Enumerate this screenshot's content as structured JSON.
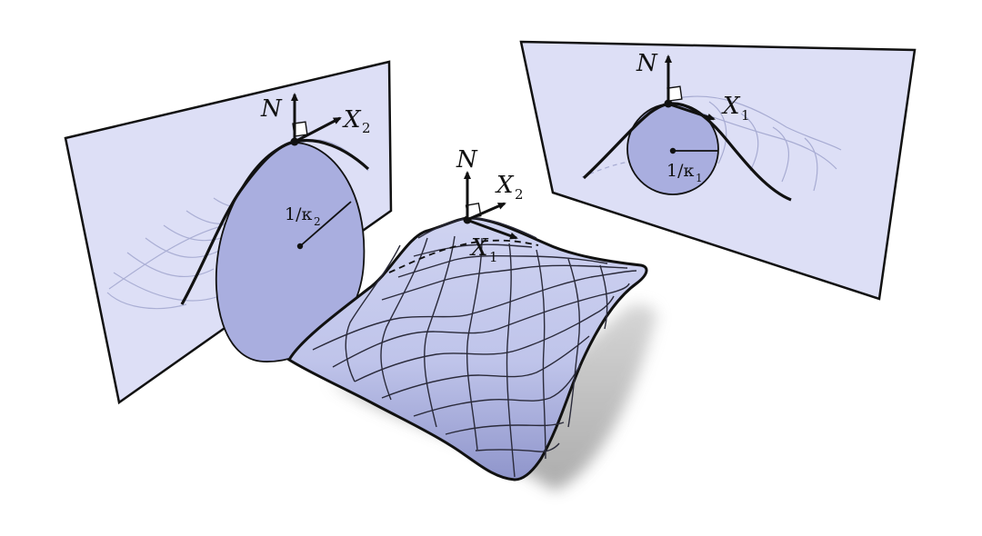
{
  "figure": {
    "center_surface": {
      "normal_label": "N",
      "dir1_label": "X",
      "dir1_sub": "1",
      "dir2_label": "X",
      "dir2_sub": "2"
    },
    "left_plane": {
      "normal_label": "N",
      "dir_label": "X",
      "dir_sub": "2",
      "radius_label": "1/κ",
      "radius_sub": "2"
    },
    "right_plane": {
      "normal_label": "N",
      "dir_label": "X",
      "dir_sub": "1",
      "radius_label": "1/κ",
      "radius_sub": "1"
    },
    "colors": {
      "plane_fill": "#dcdff5",
      "circle_fill": "#a9aedf",
      "surface_top": "#ccd0ef",
      "surface_bottom": "#8d93c9",
      "stroke": "#111111"
    }
  }
}
